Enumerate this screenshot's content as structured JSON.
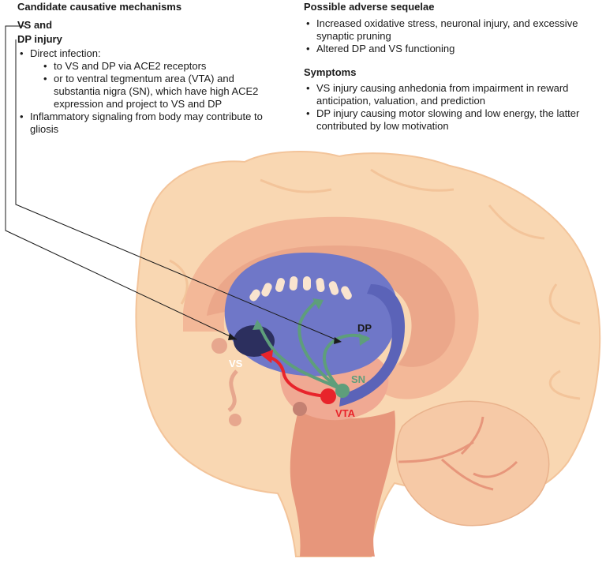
{
  "mechanisms": {
    "title": "Candidate causative mechanisms",
    "subtitle_line1": "VS and",
    "subtitle_line2": "DP injury",
    "bullets": [
      "Direct infection:",
      "Inflammatory signaling from body may contribute to gliosis"
    ],
    "sub_bullets": [
      "to VS and DP via ACE2 receptors",
      "or to ventral tegmentum area (VTA) and substantia nigra (SN), which have high ACE2 expression and project to VS and DP"
    ]
  },
  "sequelae": {
    "title": "Possible adverse sequelae",
    "bullets": [
      "Increased oxidative stress, neuronal injury, and excessive synaptic pruning",
      "Altered DP and VS  functioning"
    ]
  },
  "symptoms": {
    "title": "Symptoms",
    "bullets": [
      "VS injury causing anhedonia from impairment in reward anticipation, valuation, and prediction",
      "DP injury causing motor slowing and low energy, the latter contributed by low motivation"
    ]
  },
  "labels": {
    "vs": "VS",
    "dp": "DP",
    "sn": "SN",
    "vta": "VTA"
  },
  "colors": {
    "cortex": "#f9d7b2",
    "cortex_outline": "#f3c49a",
    "inner_band": "#f3b898",
    "corpus_callosum": "#eba78a",
    "striatum": "#6f77c8",
    "striatum_dark": "#5b63b8",
    "vs_node": "#2c2f5e",
    "sn_color": "#5e9e7b",
    "vta_color": "#e8242b",
    "brainstem": "#e7967b",
    "cerebellum": "#f6c9a6",
    "pink_node": "#dc9e88"
  }
}
